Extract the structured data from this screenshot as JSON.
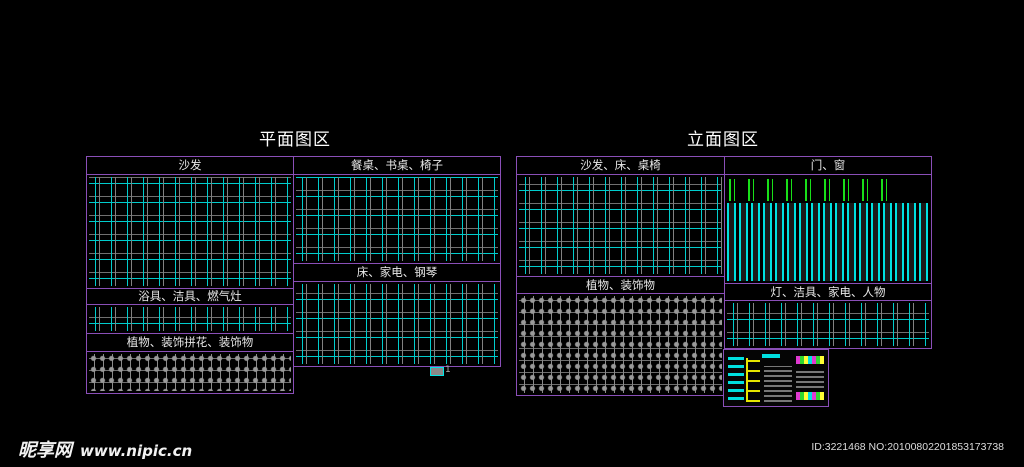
{
  "plan_area": {
    "title": "平面图区",
    "panels": [
      {
        "id": "sofa",
        "label": "沙发"
      },
      {
        "id": "dining",
        "label": "餐桌、书桌、椅子"
      },
      {
        "id": "bath",
        "label": "浴具、洁具、燃气灶"
      },
      {
        "id": "bed",
        "label": "床、家电、钢琴"
      },
      {
        "id": "plants",
        "label": "植物、装饰拼花、装饰物"
      }
    ]
  },
  "elevation_area": {
    "title": "立面图区",
    "panels": [
      {
        "id": "sofa_bed",
        "label": "沙发、床、桌椅"
      },
      {
        "id": "doors",
        "label": "门、窗"
      },
      {
        "id": "plants",
        "label": "植物、装饰物"
      },
      {
        "id": "lamps",
        "label": "灯、洁具、家电、人物"
      }
    ]
  },
  "colors": {
    "background": "#000000",
    "panel_border": "#8a4fb8",
    "cad_cyan": "#00dede",
    "cad_grey": "#8c8c8c",
    "cad_green": "#19e019"
  },
  "watermark": {
    "brand": "昵享网",
    "url": "www.nipic.cn"
  },
  "footer": {
    "id_text": "ID:3221468 NO:20100802201853173738"
  },
  "misc": {
    "tiny_label": "1"
  }
}
